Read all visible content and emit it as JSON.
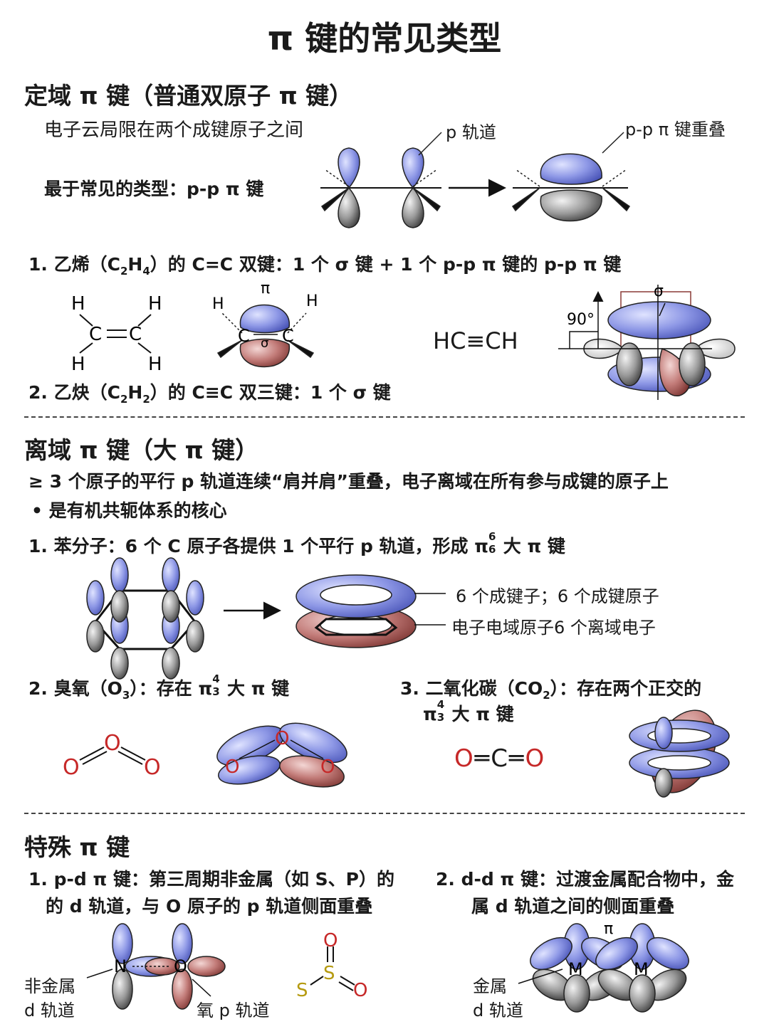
{
  "title": "π 键的常见类型",
  "sec1": {
    "heading": "定域 π 键（普通双原子 π 键）",
    "desc": "电子云局限在两个成键原子之间",
    "common": "最于常见的类型：p-p π 键",
    "label_p_orbital": "p 轨道",
    "label_overlap": "p-p π 键重叠",
    "item1_prefix": "1. 乙烯（C",
    "item1_sub1": "2",
    "item1_mid": "H",
    "item1_sub2": "4",
    "item1_suffix": "）的 C=C 双键：1 个 σ 键 + 1 个 p-p π 键的 p-p π 键",
    "item2_prefix": "2. 乙炔（C",
    "item2_sub1": "2",
    "item2_mid": "H",
    "item2_sub2": "2",
    "item2_suffix": "）的 C≡C 双三键：1 个 σ 键",
    "ethylene": {
      "H": "H",
      "C": "C",
      "eq": "=",
      "pi": "π",
      "sigma": "σ"
    },
    "acetylene_formula": "HC≡CH",
    "angle": "90°",
    "sigma_label": "σ"
  },
  "sec2": {
    "heading": "离域 π 键（大 π 键）",
    "desc1": "≥ 3 个原子的平行 p 轨道连续“肩并肩”重叠，电子离域在所有参与成键的原子上",
    "desc2": "• 是有机共轭体系的核心",
    "benzene_prefix": "1. 苯分子：6 个 C 原子各提供 1 个平行 p 轨道，形成 π",
    "benzene_sup": "6",
    "benzene_sub": "6",
    "benzene_suffix": " 大 π 键",
    "ring_label1": "6 个成键子；6 个成键原子",
    "ring_label2": "电子电域原子6 个离域电子",
    "ozone_prefix": "2. 臭氧（O",
    "ozone_sub": "3",
    "ozone_mid": "）：存在 π",
    "ozone_pi_sup": "4",
    "ozone_pi_sub": "3",
    "ozone_suffix": " 大 π 键",
    "co2_line1_prefix": "3. 二氧化碳（CO",
    "co2_sub": "2",
    "co2_line1_suffix": "）：存在两个正交的",
    "co2_line2_prefix": "π",
    "co2_pi_sup": "4",
    "co2_pi_sub": "3",
    "co2_line2_suffix": " 大 π 键",
    "O": "O",
    "C": "C",
    "co2_formula": "O=C=O"
  },
  "sec3": {
    "heading": "特殊 π 键",
    "pd_line1": "1. p-d π 键：第三周期非金属（如 S、P）的",
    "pd_line2": "的 d 轨道，与 O 原子的 p 轨道侧面重叠",
    "dd_line1": "2. d-d π 键：过渡金属配合物中，金",
    "dd_line2": "属 d 轨道之间的侧面重叠",
    "nonmetal": "非金属",
    "d_orbital": "d 轨道",
    "oxygen_p": "氧 p 轨道",
    "N": "N",
    "O": "O",
    "S": "S",
    "metal": "金属",
    "d_orbital2": "d 轨道",
    "M": "M",
    "pi": "π"
  },
  "colors": {
    "blue": "#7b86e0",
    "gray": "#7a7a7a",
    "red": "#b5615f",
    "atom_red": "#c62828"
  }
}
